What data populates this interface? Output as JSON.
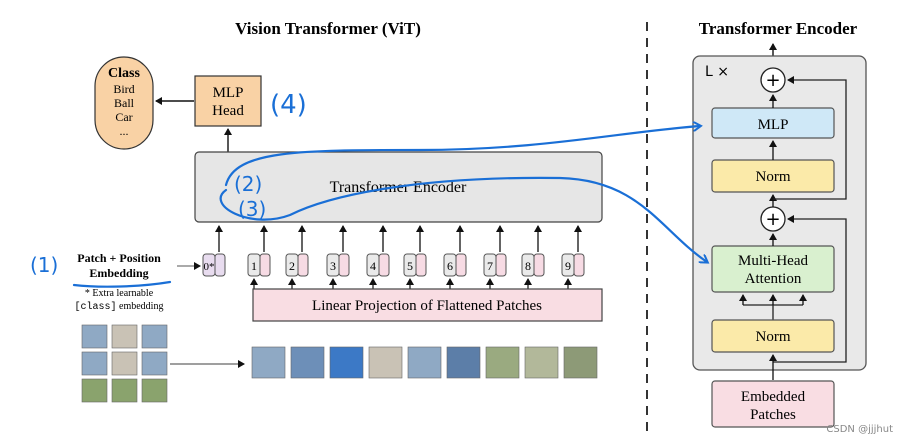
{
  "vit": {
    "title": "Vision Transformer (ViT)",
    "class_box": {
      "title": "Class",
      "items": [
        "Bird",
        "Ball",
        "Car",
        "..."
      ]
    },
    "mlp_head": {
      "line1": "MLP",
      "line2": "Head"
    },
    "transformer_encoder_label": "Transformer Encoder",
    "patch_embedding": {
      "line1": "Patch + Position",
      "line2": "Embedding"
    },
    "extra_note": {
      "line1": "* Extra learnable",
      "line2_code": "[class]",
      "line2_rest": " embedding"
    },
    "tokens": [
      "0*",
      "1",
      "2",
      "3",
      "4",
      "5",
      "6",
      "7",
      "8",
      "9"
    ],
    "linear_projection_label": "Linear Projection of Flattened Patches"
  },
  "encoder": {
    "title": "Transformer Encoder",
    "repeat_label": "L ×",
    "mlp_label": "MLP",
    "norm_top_label": "Norm",
    "mha": {
      "line1": "Multi-Head",
      "line2": "Attention"
    },
    "norm_bottom_label": "Norm",
    "embedded": {
      "line1": "Embedded",
      "line2": "Patches"
    },
    "plus_symbol": "+"
  },
  "annotations": {
    "a1": "(1)",
    "a2": "(2)",
    "a3": "(3)",
    "a4": "(4)",
    "color": "#1a6fd6"
  },
  "watermark": "CSDN @jjjhut",
  "colors": {
    "mlp_head_fill": "#f9d2a5",
    "class_fill": "#f9d2a5",
    "encoder_fill": "#e6e6e6",
    "token_fill": "#f7dbe4",
    "token_zero_fill": "#e8dcef",
    "projection_fill": "#f9dde3",
    "mlp_fill": "#cfe8f7",
    "norm_fill": "#fbeaa9",
    "mha_fill": "#d9f0cf",
    "embedded_fill": "#f9dde3",
    "panel_fill": "#e9e9e9"
  }
}
